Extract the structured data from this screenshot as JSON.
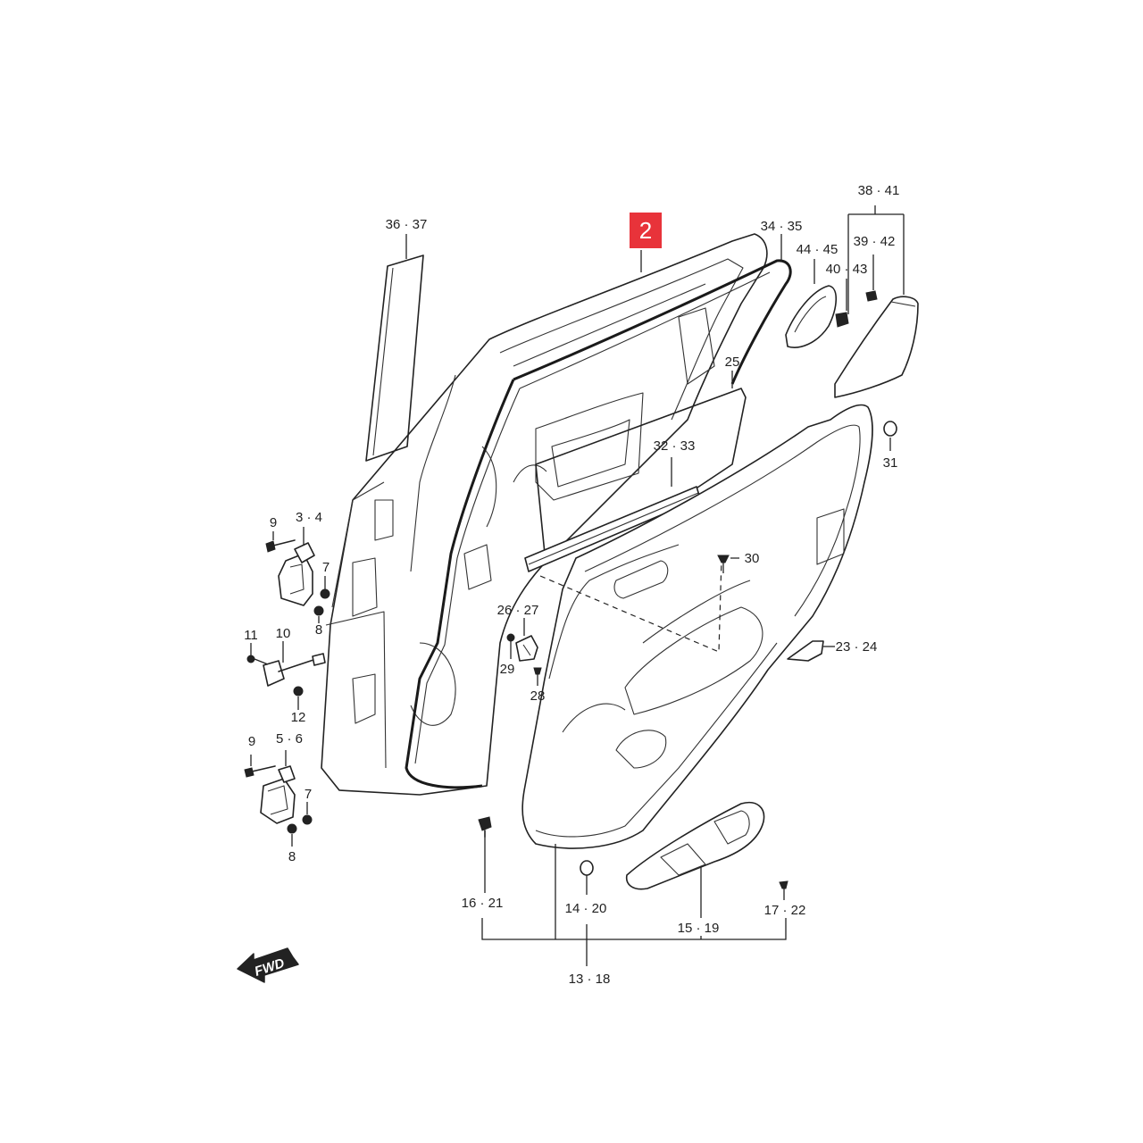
{
  "highlight": {
    "part_number": "2",
    "color": "#e8333a"
  },
  "callouts": {
    "c_36_37": "36 · 37",
    "c_34_35": "34 · 35",
    "c_44_45": "44 · 45",
    "c_38_41": "38 · 41",
    "c_39_42": "39 · 42",
    "c_40_43": "40 · 43",
    "c_25": "25",
    "c_31": "31",
    "c_32_33": "32 · 33",
    "c_30": "30",
    "c_9_top": "9",
    "c_3_4": "3 · 4",
    "c_7_top": "7",
    "c_8_top": "8",
    "c_11": "11",
    "c_10": "10",
    "c_12": "12",
    "c_26_27": "26 · 27",
    "c_29": "29",
    "c_28": "28",
    "c_23_24": "23 · 24",
    "c_9_bottom": "9",
    "c_5_6": "5 · 6",
    "c_7_bottom": "7",
    "c_8_bottom": "8",
    "c_16_21": "16 · 21",
    "c_14_20": "14 · 20",
    "c_15_19": "15 · 19",
    "c_17_22": "17 · 22",
    "c_13_18": "13 · 18"
  },
  "fwd_arrow": {
    "label": "FWD"
  }
}
